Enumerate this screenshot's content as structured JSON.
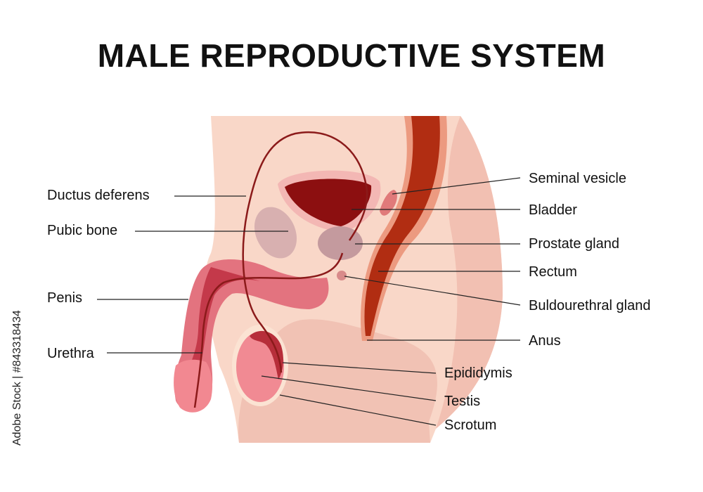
{
  "title": "MALE REPRODUCTIVE SYSTEM",
  "labels_left": {
    "ductus_deferens": "Ductus deferens",
    "pubic_bone": "Pubic bone",
    "penis": "Penis",
    "urethra": "Urethra"
  },
  "labels_right": {
    "seminal_vesicle": "Seminal vesicle",
    "bladder": "Bladder",
    "prostate_gland": "Prostate gland",
    "rectum": "Rectum",
    "bulbourethral_gland": "Buldourethral gland",
    "anus": "Anus",
    "epididymis": "Epididymis",
    "testis": "Testis",
    "scrotum": "Scrotum"
  },
  "watermark_side": "Adobe Stock | #843318434",
  "colors": {
    "skin": "#f9d7c8",
    "skin_shadow": "#f0bdb0",
    "bladder": "#8c0f10",
    "rectum": "#b12d12",
    "penis": "#e3737f",
    "pubic_bone": "#d8b0b0",
    "testis": "#f18a93",
    "duct": "#8b1a1a"
  }
}
